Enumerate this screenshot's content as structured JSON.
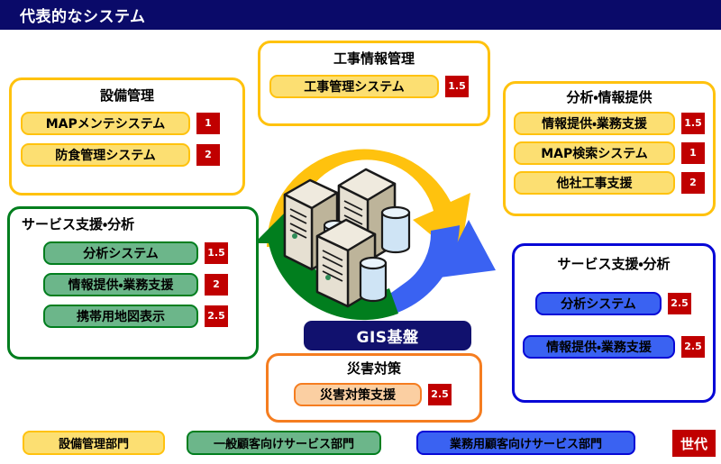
{
  "header": {
    "title": "代表的なシステム",
    "bg_color": "#0a0a69"
  },
  "groups": {
    "facility": {
      "title": "設備管理",
      "color": "#ffc20e",
      "items": [
        {
          "label": "MAPメンテシステム",
          "badge": "1"
        },
        {
          "label": "防食管理システム",
          "badge": "2"
        }
      ]
    },
    "construction": {
      "title": "工事情報管理",
      "color": "#ffc20e",
      "items": [
        {
          "label": "工事管理システム",
          "badge": "1.5"
        }
      ]
    },
    "analysis_info": {
      "title": "分析・情報提供",
      "color": "#ffc20e",
      "items": [
        {
          "label": "情報提供・業務支援",
          "badge": "1.5"
        },
        {
          "label": "MAP検索システム",
          "badge": "1"
        },
        {
          "label": "他社工事支援",
          "badge": "2"
        }
      ]
    },
    "service_green": {
      "title": "サービス支援・分析",
      "color": "#017e1e",
      "items": [
        {
          "label": "分析システム",
          "badge": "1.5"
        },
        {
          "label": "情報提供・業務支援",
          "badge": "2"
        },
        {
          "label": "携帯用地図表示",
          "badge": "2.5"
        }
      ]
    },
    "service_blue": {
      "title": "サービス支援・分析",
      "color": "#0707d6",
      "items": [
        {
          "label": "分析システム",
          "badge": "2.5"
        },
        {
          "label": "情報提供・業務支援",
          "badge": "2.5"
        }
      ]
    },
    "disaster": {
      "title": "災害対策",
      "color": "#f57d20",
      "items": [
        {
          "label": "災害対策支援",
          "badge": "2.5"
        }
      ]
    }
  },
  "center": {
    "gis_label": "GIS基盤",
    "gis_bg": "#11116e",
    "arc_yellow": "#ffc20e",
    "arc_green": "#017e1e",
    "arc_blue": "#3a62f2",
    "icon": "server-stack-icon"
  },
  "legend": {
    "items": [
      {
        "label": "設備管理部門",
        "color": "#ffc20e"
      },
      {
        "label": "一般顧客向けサービス部門",
        "color": "#017e1e"
      },
      {
        "label": "業務用顧客向けサービス部門",
        "color": "#0707d6"
      }
    ],
    "generation_label": "世代",
    "generation_color": "#c00000"
  }
}
